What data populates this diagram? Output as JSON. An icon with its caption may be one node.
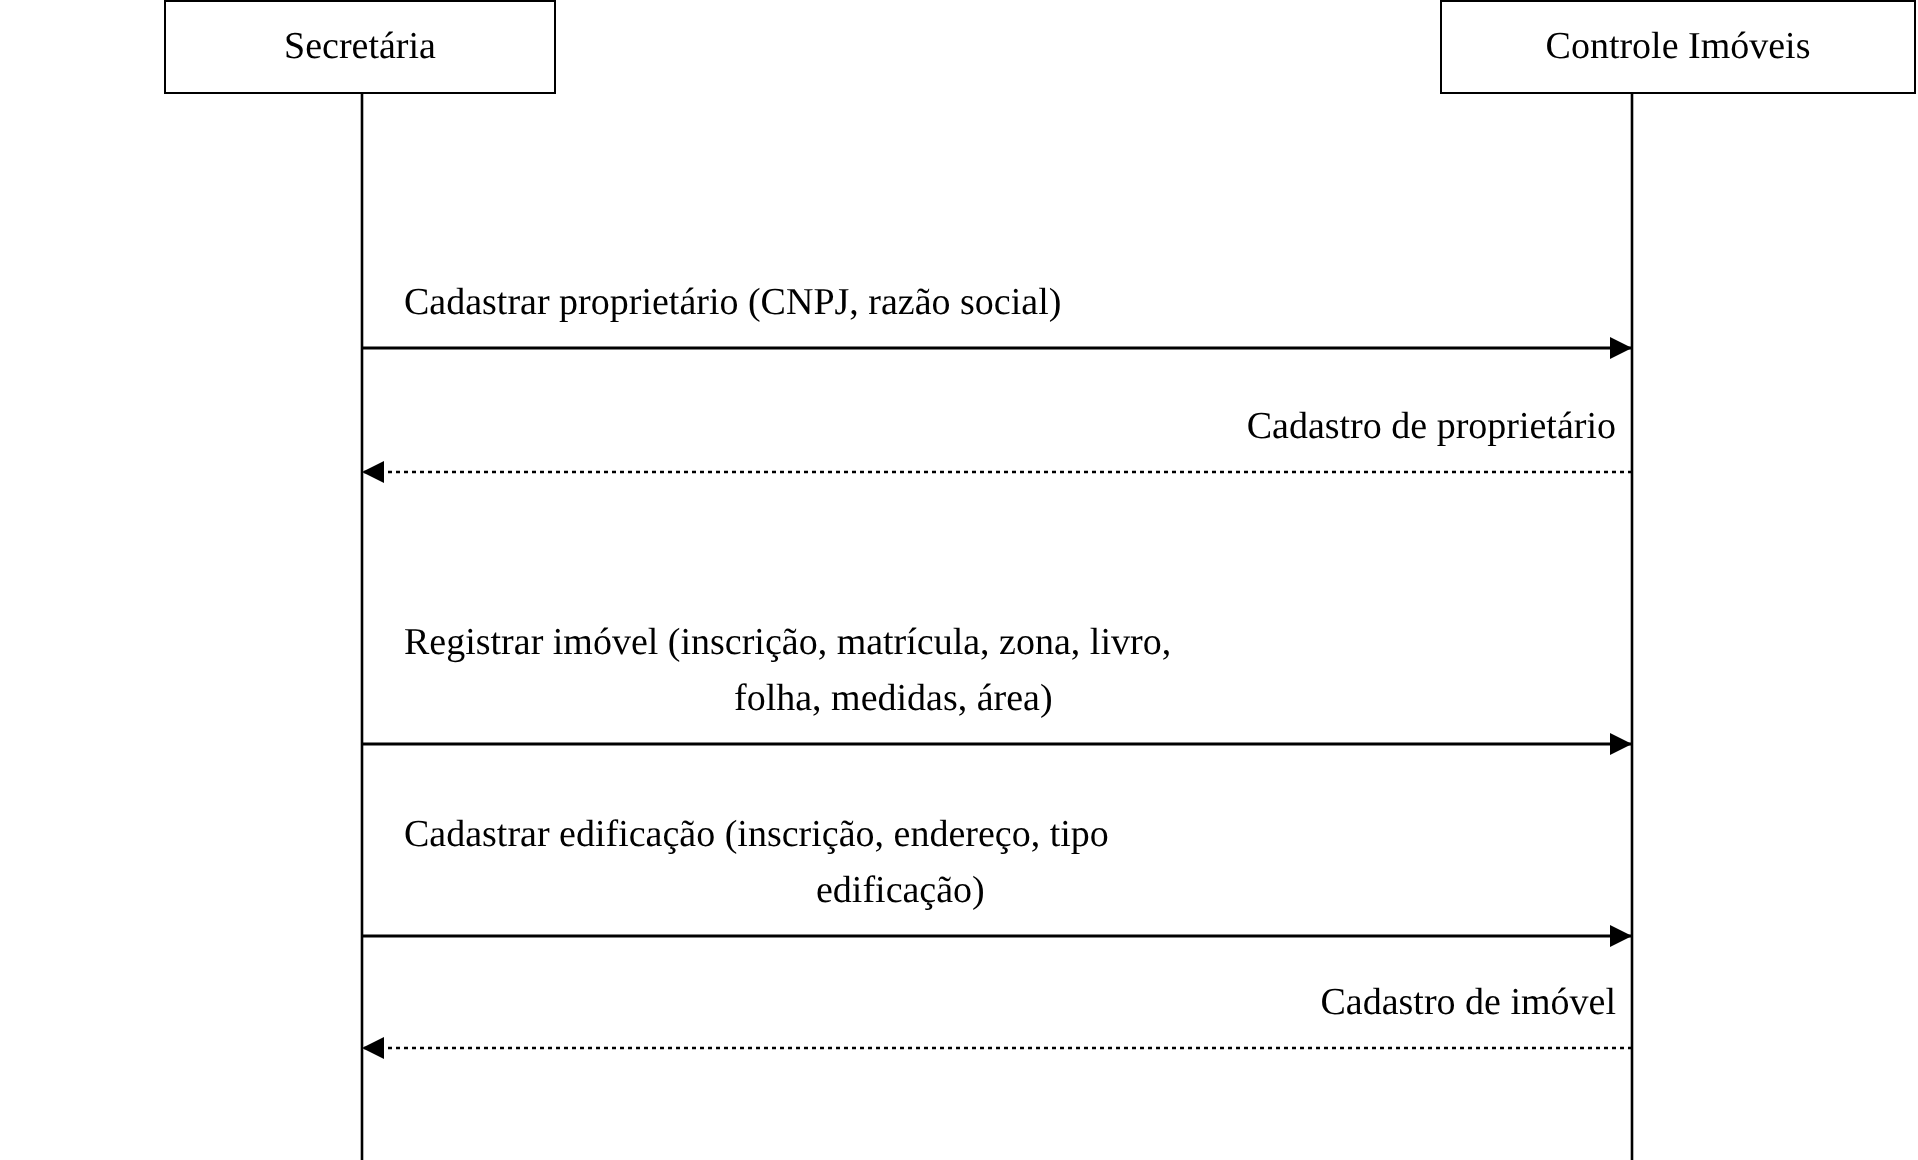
{
  "diagram": {
    "nodes": [
      {
        "text": [
          "Secretária"
        ]
      },
      {
        "text": [
          "Controle Imóveis"
        ]
      }
    ],
    "edges": [
      {
        "from": 0,
        "to": 1,
        "arrow": "to",
        "label": "Cadastrar proprietário (CNPJ, razão social)"
      },
      {
        "from": 1,
        "to": 0,
        "arrow": "to",
        "label": "Cadastro de proprietário",
        "style": "dashed"
      },
      {
        "from": 0,
        "to": 1,
        "arrow": "to",
        "label": "Registrar imóvel (inscrição, matrícula, zona, livro, folha, medidas, área)"
      },
      {
        "from": 0,
        "to": 1,
        "arrow": "to",
        "label": "Cadastrar edificação (inscrição, endereço, tipo edificação)"
      },
      {
        "from": 1,
        "to": 0,
        "arrow": "to",
        "label": "Cadastro de imóvel",
        "style": "dashed"
      }
    ]
  }
}
